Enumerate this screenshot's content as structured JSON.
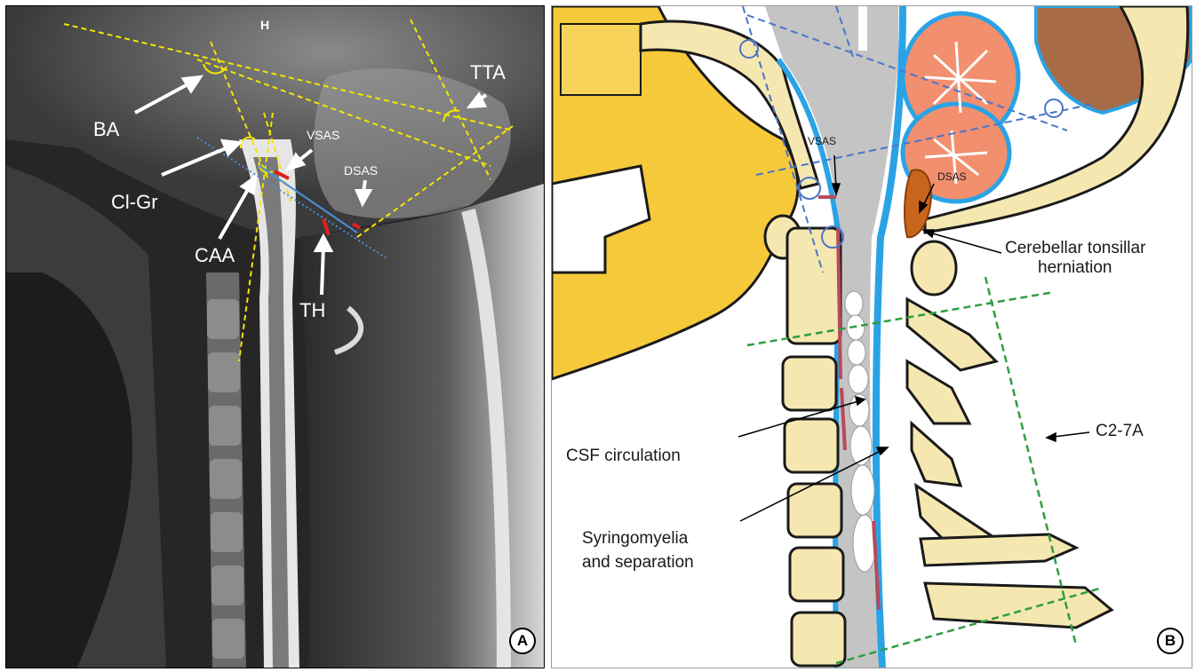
{
  "panel_a": {
    "badge": "A",
    "marker": "H",
    "labels": {
      "ba": "BA",
      "tta": "TTA",
      "vsas": "VSAS",
      "dsas": "DSAS",
      "clgr": "Cl-Gr",
      "caa": "CAA",
      "th": "TH"
    }
  },
  "panel_b": {
    "badge": "B",
    "labels": {
      "vsas": "VSAS",
      "dsas": "DSAS",
      "herniation_line1": "Cerebellar tonsillar",
      "herniation_line2": "herniation",
      "csf": "CSF circulation",
      "syrinx_line1": "Syringomyelia",
      "syrinx_line2": "and separation",
      "c27a": "C2-7A"
    }
  },
  "colors": {
    "yellow_guide": "#f2e600",
    "blue_guide": "#4a90d9",
    "csf_blue": "#2aa3e6",
    "cord_gray": "#c4c4c4",
    "bone": "#f5e7b0",
    "brain_orange": "#f28f6e",
    "green_guide": "#2e9e3e",
    "red_marker": "#e0201c"
  }
}
